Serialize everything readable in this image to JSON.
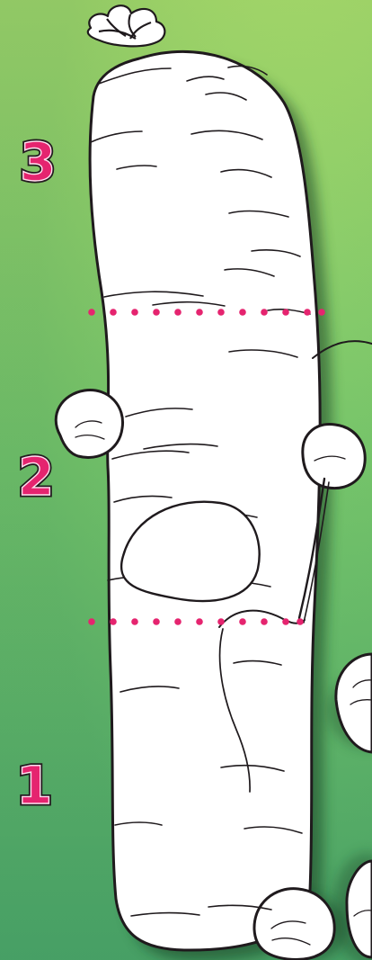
{
  "scene": {
    "colors": {
      "background_top": "#a7d96a",
      "background_mid": "#76c56b",
      "background_bottom": "#4ca76a",
      "carrot_fill": "#ffffff",
      "outline": "#1f1a1d",
      "marker_pink": "#e5246f",
      "shadow": "#0f3f22"
    },
    "segment_labels": {
      "three": "3",
      "two": "2",
      "one": "1"
    }
  }
}
